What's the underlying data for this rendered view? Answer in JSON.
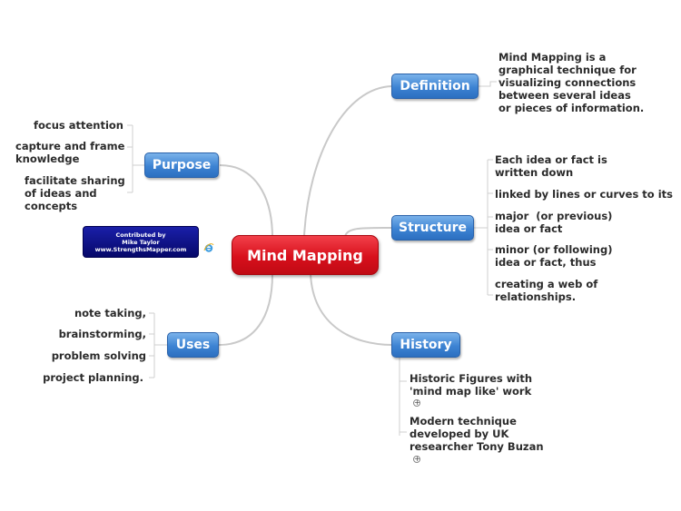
{
  "central": "Mind Mapping",
  "topics": {
    "definition": "Definition",
    "purpose": "Purpose",
    "structure": "Structure",
    "uses": "Uses",
    "history": "History"
  },
  "definition": {
    "text": "Mind Mapping is a\ngraphical technique for\nvisualizing connections\nbetween several ideas\nor pieces of information."
  },
  "purpose": {
    "items": [
      "focus attention",
      "capture and frame\nknowledge",
      "facilitate sharing\nof ideas and\nconcepts"
    ]
  },
  "structure": {
    "items": [
      "Each idea or fact is\nwritten down",
      "linked by lines or curves to its",
      "major  (or previous)\nidea or fact",
      "minor (or following)\nidea or fact, thus",
      "creating a web of\nrelationships."
    ]
  },
  "uses": {
    "items": [
      "note taking,",
      "brainstorming,",
      "problem solving",
      "project planning."
    ]
  },
  "history": {
    "items": [
      "Historic Figures with\n'mind map like' work",
      "Modern technique\ndeveloped by UK\nresearcher Tony Buzan"
    ],
    "expander": "+"
  },
  "badge": {
    "line1": "Contributed by",
    "line2": "Mike Taylor",
    "line3": "www.StrengthsMapper.com"
  },
  "colors": {
    "central": "#d8101c",
    "topic": "#3d83d3",
    "link": "#c8c8c8",
    "text": "#2b2b2b"
  },
  "icons": [
    "internet-explorer-icon",
    "expand-plus-icon"
  ]
}
